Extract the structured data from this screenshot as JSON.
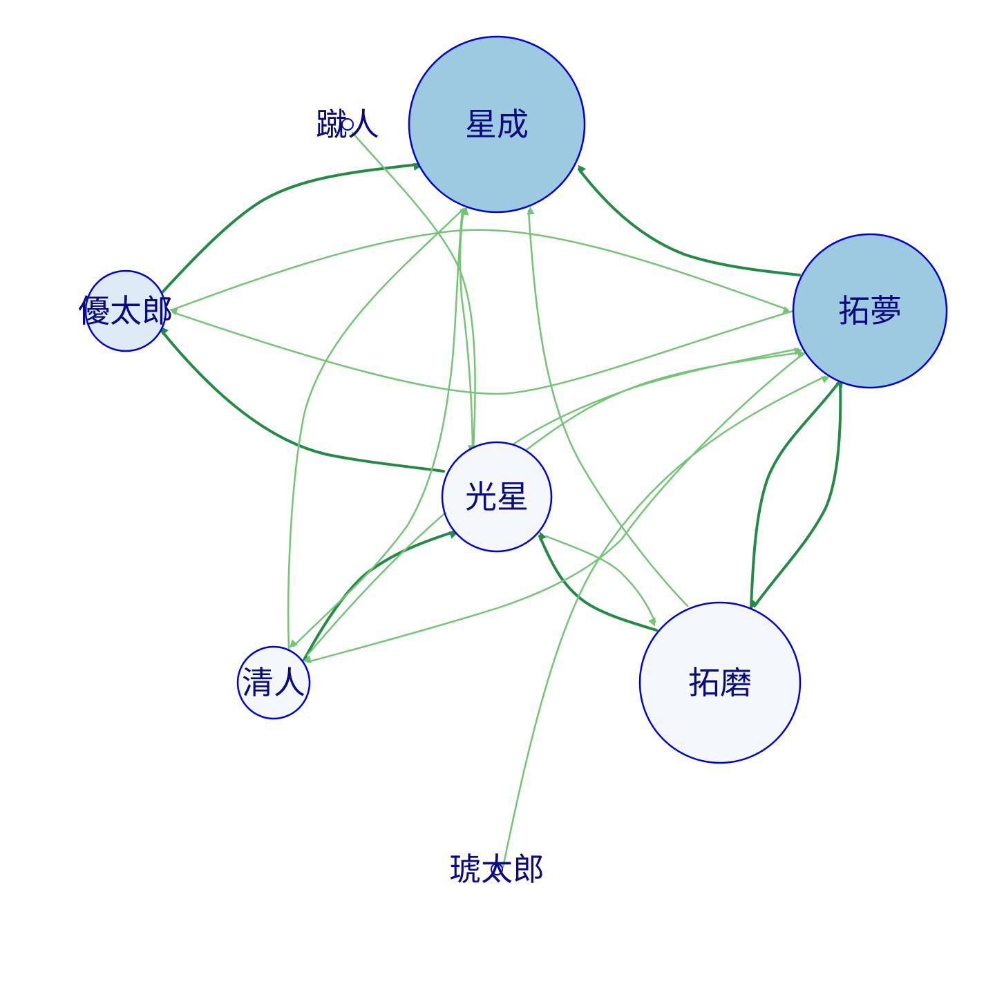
{
  "diagram": {
    "colors": {
      "background": "#ffffff",
      "node_stroke": "#0000dd",
      "node_fill_high": "#9ecae1",
      "node_fill_mid": "#deebf7",
      "node_fill_low": "#f4f8fd",
      "label": "#0a0a80",
      "edge_strong": "#238b45",
      "edge_weak": "#74c476"
    },
    "nodes": [
      {
        "id": "hoshinari",
        "label": "星成",
        "fill": "high"
      },
      {
        "id": "takumu",
        "label": "拓夢",
        "fill": "high"
      },
      {
        "id": "yutaro",
        "label": "優太郎",
        "fill": "mid"
      },
      {
        "id": "kosei",
        "label": "光星",
        "fill": "low"
      },
      {
        "id": "kiyoto",
        "label": "清人",
        "fill": "low"
      },
      {
        "id": "takuma",
        "label": "拓磨",
        "fill": "low"
      },
      {
        "id": "shuto",
        "label": "蹴人",
        "fill": "dot"
      },
      {
        "id": "kotaro",
        "label": "琥太郎",
        "fill": "dot"
      }
    ],
    "edges": [
      {
        "from": "yutaro",
        "to": "hoshinari",
        "weight": "strong"
      },
      {
        "from": "takumu",
        "to": "hoshinari",
        "weight": "strong"
      },
      {
        "from": "kosei",
        "to": "yutaro",
        "weight": "strong"
      },
      {
        "from": "kiyoto",
        "to": "kosei",
        "weight": "strong"
      },
      {
        "from": "takuma",
        "to": "kosei",
        "weight": "strong"
      },
      {
        "from": "takuma",
        "to": "takumu",
        "weight": "strong"
      },
      {
        "from": "takumu",
        "to": "takuma",
        "weight": "strong"
      },
      {
        "from": "shuto",
        "to": "hoshinari",
        "weight": "weak"
      },
      {
        "from": "hoshinari",
        "to": "kosei",
        "weight": "weak"
      },
      {
        "from": "yutaro",
        "to": "takumu",
        "weight": "weak"
      },
      {
        "from": "takumu",
        "to": "yutaro",
        "weight": "weak"
      },
      {
        "from": "kiyoto",
        "to": "hoshinari",
        "weight": "weak"
      },
      {
        "from": "hoshinari",
        "to": "kiyoto",
        "weight": "weak"
      },
      {
        "from": "takuma",
        "to": "hoshinari",
        "weight": "weak"
      },
      {
        "from": "kosei",
        "to": "takumu",
        "weight": "weak"
      },
      {
        "from": "kiyoto",
        "to": "takumu",
        "weight": "weak"
      },
      {
        "from": "takumu",
        "to": "kiyoto",
        "weight": "weak"
      },
      {
        "from": "kotaro",
        "to": "takumu",
        "weight": "weak"
      },
      {
        "from": "kosei",
        "to": "takuma",
        "weight": "weak"
      }
    ]
  }
}
